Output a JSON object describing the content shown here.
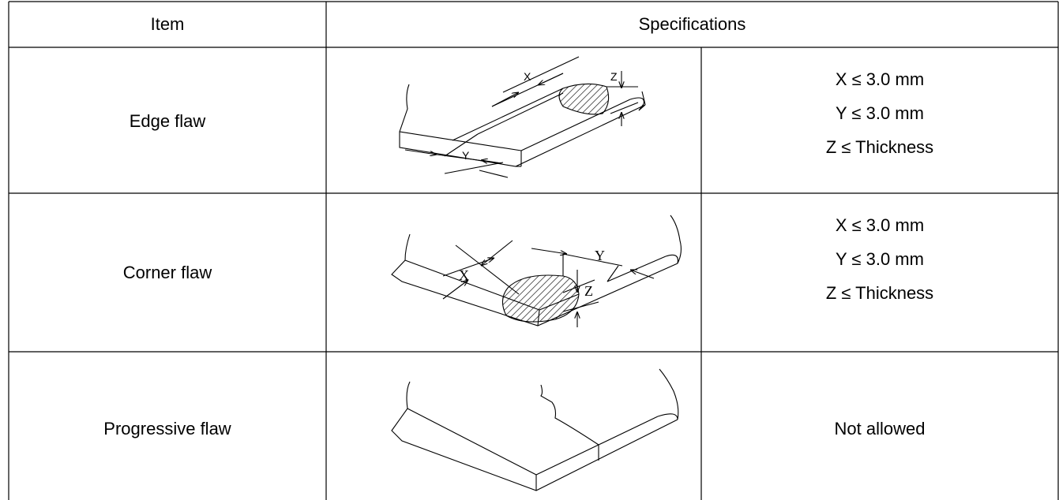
{
  "header": {
    "item": "Item",
    "specifications": "Specifications"
  },
  "rows": [
    {
      "item": "Edge flaw",
      "diagram_labels": {
        "x": "X",
        "y": "Y",
        "z": "Z"
      },
      "specs": [
        "X  ≤  3.0 mm",
        "Y  ≤  3.0 mm",
        "Z  ≤  Thickness"
      ]
    },
    {
      "item": "Corner flaw",
      "diagram_labels": {
        "x": "X",
        "y": "Y",
        "z": "Z"
      },
      "specs": [
        "X  ≤  3.0 mm",
        "Y  ≤  3.0 mm",
        "Z  ≤  Thickness"
      ]
    },
    {
      "item": "Progressive flaw",
      "specs": [
        "Not allowed"
      ]
    }
  ]
}
